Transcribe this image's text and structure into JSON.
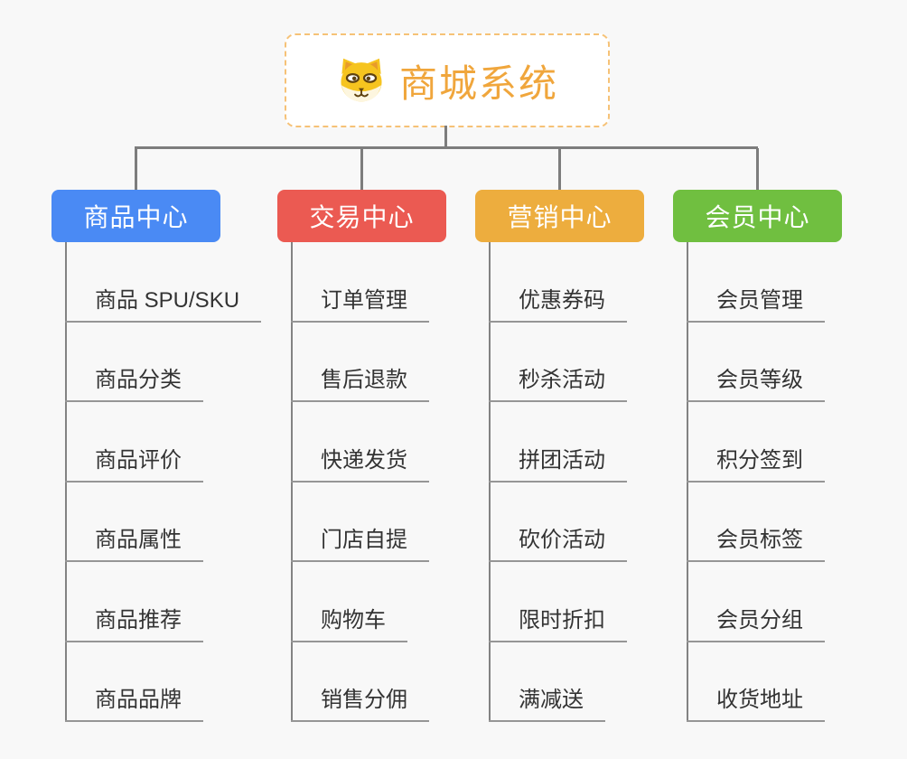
{
  "page": {
    "background_color": "#f8f8f8",
    "connector_color": "#7d7d7d"
  },
  "root": {
    "title": "商城系统",
    "icon": "dog-face-icon",
    "text_color": "#f0a63c",
    "border_color": "#f6c277"
  },
  "branches": [
    {
      "label": "商品中心",
      "color": "#4a8af4",
      "children": [
        "商品 SPU/SKU",
        "商品分类",
        "商品评价",
        "商品属性",
        "商品推荐",
        "商品品牌"
      ]
    },
    {
      "label": "交易中心",
      "color": "#eb5a52",
      "children": [
        "订单管理",
        "售后退款",
        "快递发货",
        "门店自提",
        "购物车",
        "销售分佣"
      ]
    },
    {
      "label": "营销中心",
      "color": "#edad3e",
      "children": [
        "优惠券码",
        "秒杀活动",
        "拼团活动",
        "砍价活动",
        "限时折扣",
        "满减送"
      ]
    },
    {
      "label": "会员中心",
      "color": "#70bf40",
      "children": [
        "会员管理",
        "会员等级",
        "积分签到",
        "会员标签",
        "会员分组",
        "收货地址"
      ]
    }
  ]
}
